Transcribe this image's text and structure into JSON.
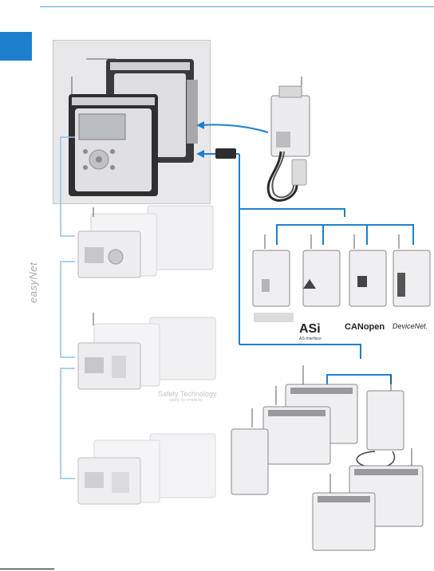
{
  "labels": {
    "easynet": "easyNet",
    "asi": "ASi",
    "asi_sub": "AS-Interface",
    "canopen": "CANopen",
    "devicenet": "DeviceNet.",
    "safety": "Safety Technology",
    "safety_sub": "safety by simplicity"
  },
  "colors": {
    "accent": "#1f7fcf",
    "easynet_line": "#8fc2ec",
    "panel": "#e8e8ea"
  },
  "icons": [
    "display-panel-icon",
    "programming-cable-icon",
    "cpu-module-icon",
    "gateway-module-icon",
    "io-expansion-module-icon"
  ]
}
